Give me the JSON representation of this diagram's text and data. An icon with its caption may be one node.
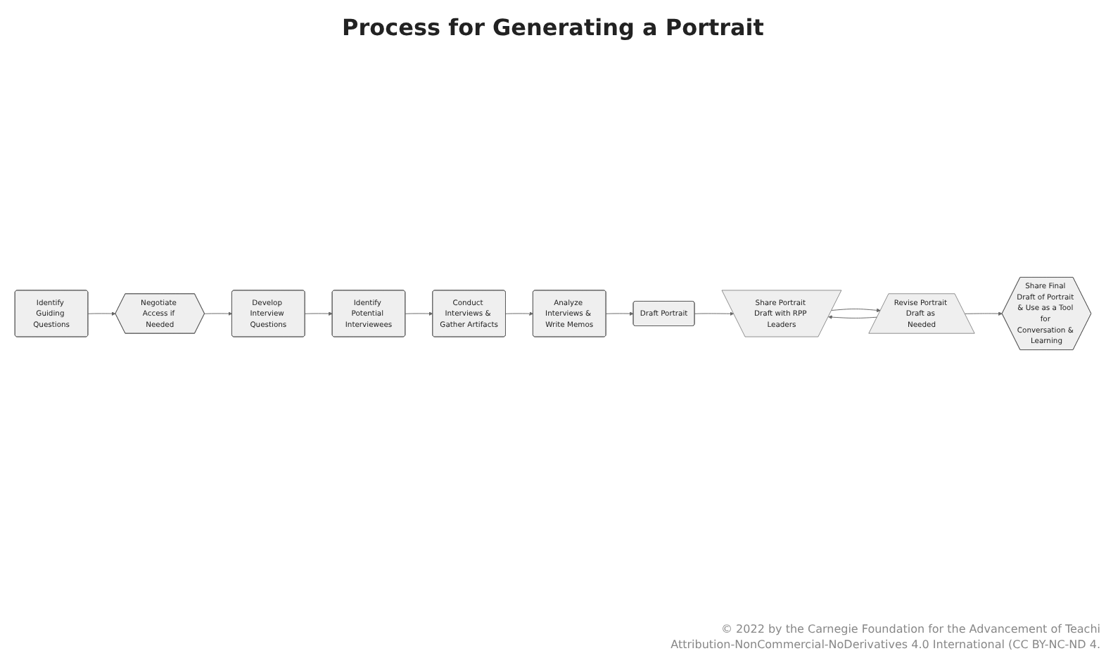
{
  "diagram": {
    "title": "Process for Generating a Portrait",
    "nodes": [
      {
        "text": [
          "Identify Guiding Questions"
        ]
      },
      {
        "text": [
          "Negotiate Access if Needed"
        ]
      },
      {
        "text": [
          "Develop Interview Questions"
        ]
      },
      {
        "text": [
          "Identify Potential Interviewees"
        ]
      },
      {
        "text": [
          "Conduct Interviews & Gather Artifacts"
        ]
      },
      {
        "text": [
          "Analyze Interviews & Write Memos"
        ]
      },
      {
        "text": [
          "Draft Portrait"
        ]
      },
      {
        "text": [
          "Share Portrait Draft with RPP Leaders"
        ]
      },
      {
        "text": [
          "Revise Portrait Draft as Needed"
        ]
      },
      {
        "text": [
          "Share Final Draft of Portrait & Use as a Tool for Conversation & Learning"
        ]
      }
    ],
    "edges": [
      {
        "from": 0,
        "to": 1,
        "arrow": "to"
      },
      {
        "from": 1,
        "to": 2,
        "arrow": "to"
      },
      {
        "from": 2,
        "to": 3,
        "arrow": "to"
      },
      {
        "from": 3,
        "to": 4,
        "arrow": "to"
      },
      {
        "from": 4,
        "to": 5,
        "arrow": "to"
      },
      {
        "from": 5,
        "to": 6,
        "arrow": "to"
      },
      {
        "from": 6,
        "to": 7,
        "arrow": "to"
      },
      {
        "from": 7,
        "to": 8,
        "arrow": "to"
      },
      {
        "from": 8,
        "to": 7,
        "arrow": "to"
      },
      {
        "from": 8,
        "to": 9,
        "arrow": "to"
      }
    ],
    "labels": [
      "© 2022 by the Carnegie Foundation for the Advancement of Teachi",
      "Attribution-NonCommercial-NoDerivatives 4.0 International (CC BY-NC-ND 4."
    ]
  }
}
